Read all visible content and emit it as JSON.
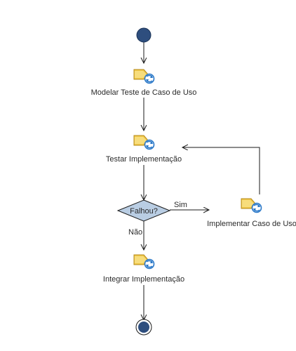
{
  "nodes": {
    "start": {
      "kind": "initial"
    },
    "model_test": {
      "label": "Modelar Teste de Caso de Uso",
      "icon": "activity-icon"
    },
    "test_impl": {
      "label": "Testar Implementação",
      "icon": "activity-icon"
    },
    "decision": {
      "label": "Falhou?"
    },
    "implement": {
      "label": "Implementar Caso de Uso",
      "icon": "activity-icon"
    },
    "integrate": {
      "label": "Integrar Implementação",
      "icon": "activity-icon"
    },
    "end": {
      "kind": "final"
    }
  },
  "edges": {
    "yes_label": "Sim",
    "no_label": "Não"
  },
  "colors": {
    "node_fill": "#2e4e7e",
    "decision_fill": "#b9cde3",
    "arrow": "#1a1a1a",
    "icon_folder": "#f0c84a",
    "icon_arrow": "#2a78c8"
  }
}
